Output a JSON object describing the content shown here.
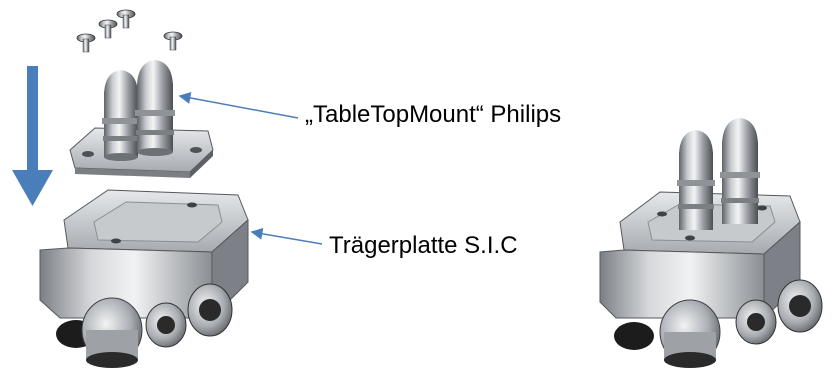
{
  "labels": {
    "mount": "„TableTopMount“ Philips",
    "plate": "Trägerplatte S.I.C"
  },
  "colors": {
    "arrow": "#4a7ebb",
    "metal_light": "#d9dbde",
    "metal_mid": "#a9adb2",
    "metal_dark": "#4e5257",
    "rubber": "#1c1c1c",
    "background": "#ffffff"
  },
  "icons": {
    "assembly_arrow": "down-arrow-icon",
    "pointer_lines": "callout-line"
  }
}
